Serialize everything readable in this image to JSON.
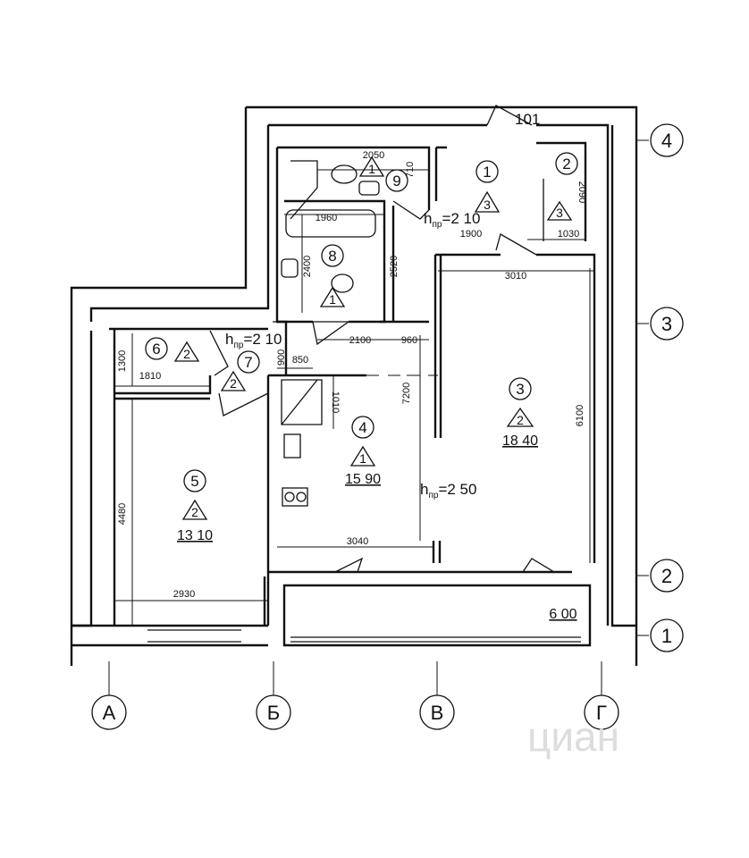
{
  "plan": {
    "apartment_number": "101",
    "grid_rows": [
      "1",
      "2",
      "3",
      "4"
    ],
    "grid_columns": [
      "А",
      "Б",
      "В",
      "Г"
    ],
    "rooms": [
      {
        "number": "1",
        "category": "3"
      },
      {
        "number": "2",
        "category": "3"
      },
      {
        "number": "3",
        "category": "2",
        "area": "18 40"
      },
      {
        "number": "4",
        "category": "1",
        "area": "15 90"
      },
      {
        "number": "5",
        "category": "2",
        "area": "13 10"
      },
      {
        "number": "6",
        "category": "2"
      },
      {
        "number": "7",
        "category": "2"
      },
      {
        "number": "8",
        "category": "1"
      },
      {
        "number": "9",
        "category": "1"
      }
    ],
    "balcony_area": "6 00",
    "heights": {
      "h1": "h",
      "h1_sub": "пр",
      "h1_val": "=2 10",
      "h2": "h",
      "h2_sub": "пр",
      "h2_val": "=2 10",
      "h3": "h",
      "h3_sub": "пр",
      "h3_val": "=2 50"
    },
    "dimensions": [
      "2050",
      "710",
      "1960",
      "2400",
      "2520",
      "1900",
      "1030",
      "2090",
      "3010",
      "2100",
      "960",
      "850",
      "900",
      "1010",
      "7200",
      "6100",
      "1300",
      "1810",
      "4480",
      "3040",
      "2930"
    ]
  },
  "watermark": "циан"
}
